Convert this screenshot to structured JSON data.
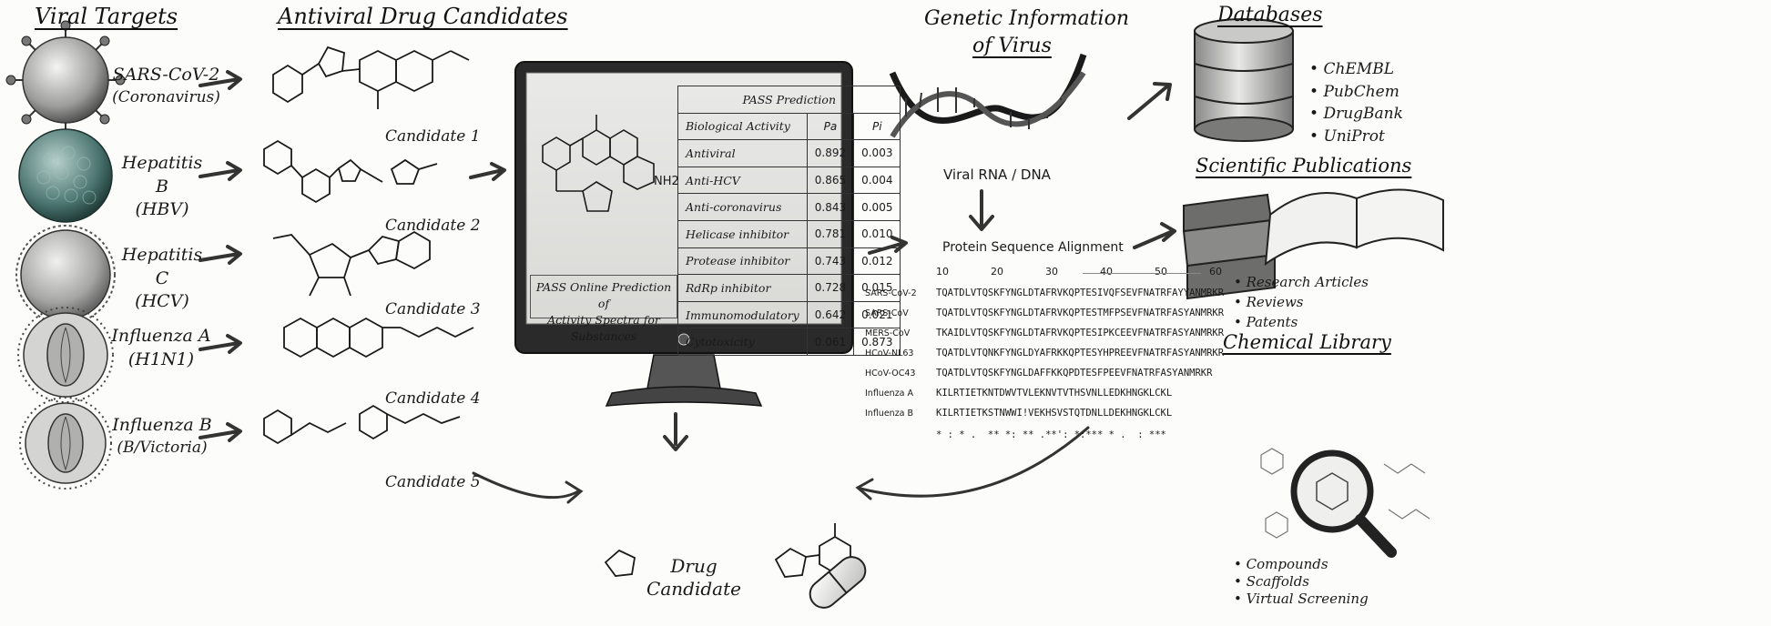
{
  "headers": {
    "viral_targets": "Viral Targets",
    "drug_candidates": "Antiviral Drug Candidates",
    "genetic_info_line1": "Genetic Information",
    "genetic_info_line2": "of Virus",
    "databases": "Databases",
    "publications": "Scientific Publications",
    "chemical_library": "Chemical Library"
  },
  "viruses": [
    {
      "line1": "SARS-CoV-2",
      "line2": "(Coronavirus)"
    },
    {
      "line1": "Hepatitis B",
      "line2": "(HBV)"
    },
    {
      "line1": "Hepatitis C",
      "line2": "(HCV)"
    },
    {
      "line1": "Influenza A",
      "line2": "(H1N1)"
    },
    {
      "line1": "Influenza B",
      "line2": "(B/Victoria)"
    }
  ],
  "candidates": [
    "Candidate 1",
    "Candidate 2",
    "Candidate 3",
    "Candidate 4",
    "Candidate 5"
  ],
  "pass_table": {
    "title": "PASS Prediction",
    "col_activity": "Biological Activity",
    "col_pa": "Pa",
    "col_pi": "Pi",
    "rows": [
      {
        "activity": "Antiviral",
        "pa": "0.892",
        "pi": "0.003"
      },
      {
        "activity": "Anti-HCV",
        "pa": "0.865",
        "pi": "0.004"
      },
      {
        "activity": "Anti-coronavirus",
        "pa": "0.843",
        "pi": "0.005"
      },
      {
        "activity": "Helicase inhibitor",
        "pa": "0.781",
        "pi": "0.010"
      },
      {
        "activity": "Protease inhibitor",
        "pa": "0.743",
        "pi": "0.012"
      },
      {
        "activity": "RdRp inhibitor",
        "pa": "0.728",
        "pi": "0.015"
      },
      {
        "activity": "Immunomodulatory",
        "pa": "0.642",
        "pi": "0.021"
      },
      {
        "activity": "Cytotoxicity",
        "pa": "0.061",
        "pi": "0.873"
      }
    ]
  },
  "pass_caption_line1": "PASS Online Prediction of",
  "pass_caption_line2": "Activity Spectra for Substances",
  "molecule_label_nh2": "NH2",
  "dna_label": "Viral RNA / DNA",
  "alignment": {
    "title": "Protein Sequence Alignment",
    "ticks": [
      "10",
      "20",
      "30",
      "40",
      "50",
      "60"
    ],
    "rows": [
      {
        "name": "SARS-CoV-2",
        "seq": "TQATDLVTQSKFYNGLDTAFRVKQPTESIVQFSEVFNATRFAYYANMRKR"
      },
      {
        "name": "SARS-CoV",
        "seq": "TQATDLVTQSKFYNGLDTAFRVKQPTESTMFPSEVFNATRFASYANMRKR"
      },
      {
        "name": "MERS-CoV",
        "seq": "TKAIDLVTQSKFYNGLDTAFRVKQPTESIPKCEEVFNATRFASYANMRKR"
      },
      {
        "name": "HCoV-NL63",
        "seq": "TQATDLVTQNKFYNGLDYAFRKKQPTESYHPREEVFNATRFASYANMRKR"
      },
      {
        "name": "HCoV-OC43",
        "seq": "TQATDLVTQSKFYNGLDAFFKKQPDTESFPEEVFNATRFASYANMRKR"
      },
      {
        "name": "Influenza A",
        "seq": "KILRTIETKNTDWVTVLEKNVTVTHSVNLLEDKHNGKLCKL"
      },
      {
        "name": "Influenza B",
        "seq": "KILRTIETKSTNWWI!VEKHSVSTQTDNLLDEKHNGKLCKL"
      }
    ],
    "consensus": "* : * .  ** *: ** .**': *:*** * .  : ***"
  },
  "databases_list": [
    "ChEMBL",
    "PubChem",
    "DrugBank",
    "UniProt"
  ],
  "publications_list": [
    "Research Articles",
    "Reviews",
    "Patents"
  ],
  "library_list": [
    "Compounds",
    "Scaffolds",
    "Virtual Screening"
  ],
  "drug_candidate_line1": "Drug",
  "drug_candidate_line2": "Candidate"
}
